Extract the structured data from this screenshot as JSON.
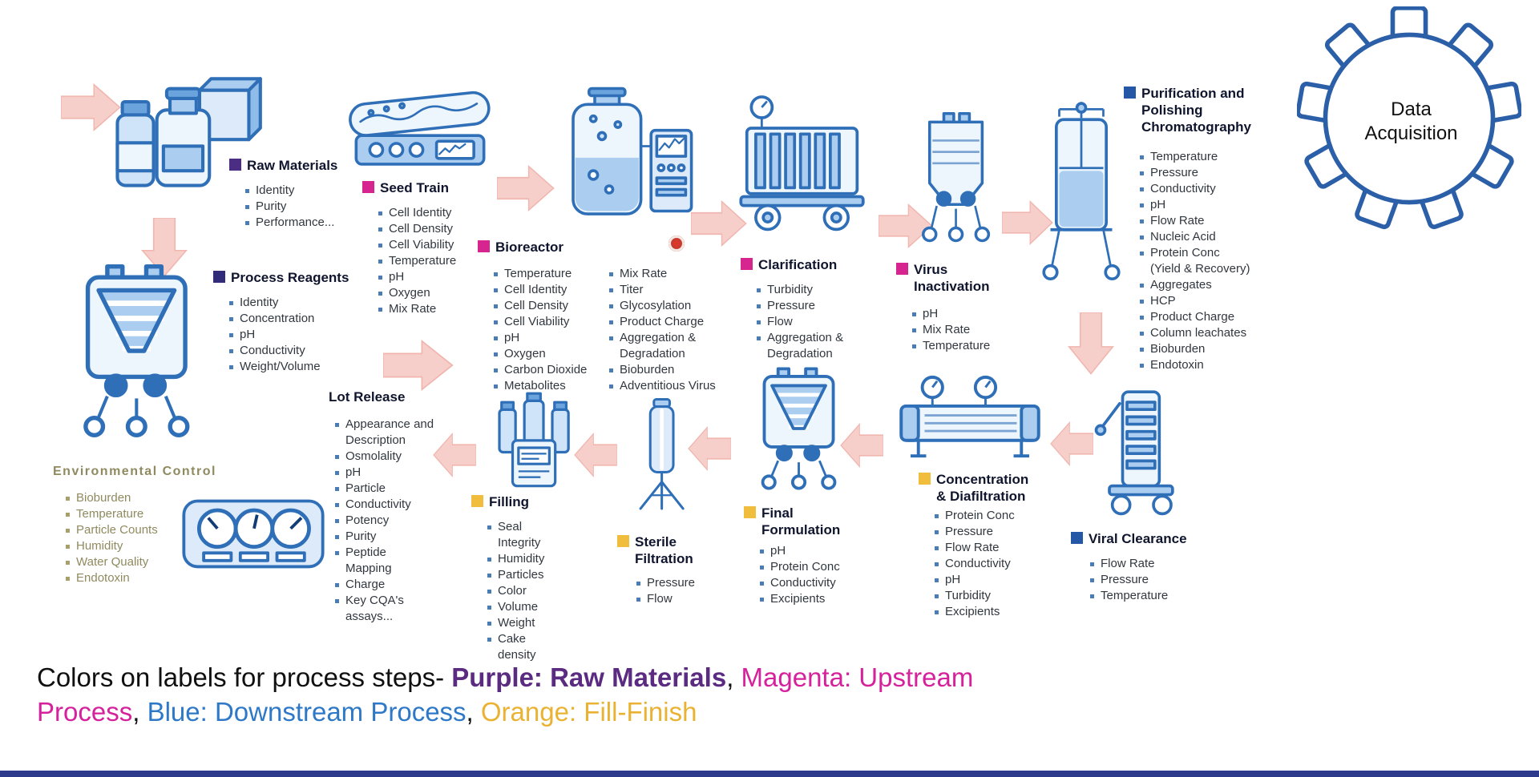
{
  "steps": {
    "raw_materials": {
      "name": "Raw Materials",
      "tag": "#4b2e83",
      "bullets": [
        "Identity",
        "Purity",
        "Performance..."
      ]
    },
    "process_reagents": {
      "name": "Process Reagents",
      "tag": "#312b78",
      "bullets": [
        "Identity",
        "Concentration",
        "pH",
        "Conductivity",
        "Weight/Volume"
      ]
    },
    "seed_train": {
      "name": "Seed Train",
      "tag": "#d6258f",
      "bullets": [
        "Cell Identity",
        "Cell Density",
        "Cell Viability",
        "Temperature",
        "pH",
        "Oxygen",
        "Mix Rate"
      ]
    },
    "bioreactor": {
      "name": "Bioreactor",
      "tag": "#d6258f",
      "bullets_left": [
        "Temperature",
        "Cell Identity",
        "Cell Density",
        "Cell Viability",
        "pH",
        "Oxygen",
        "Carbon Dioxide",
        "Metabolites"
      ],
      "bullets_right": [
        "Mix Rate",
        "Titer",
        "Glycosylation",
        "Product Charge",
        "Aggregation &\nDegradation",
        "Bioburden",
        "Adventitious Virus"
      ]
    },
    "clarification": {
      "name": "Clarification",
      "tag": "#d6258f",
      "bullets": [
        "Turbidity",
        "Pressure",
        "Flow",
        "Aggregation &\nDegradation"
      ]
    },
    "virus_inactivation": {
      "name": "Virus\nInactivation",
      "tag": "#d6258f",
      "bullets": [
        "pH",
        "Mix Rate",
        "Temperature"
      ]
    },
    "chromatography": {
      "name": "Purification and\nPolishing\nChromatography",
      "tag": "#2458a6",
      "bullets": [
        "Temperature",
        "Pressure",
        "Conductivity",
        "pH",
        "Flow Rate",
        "Nucleic Acid",
        "Protein Conc\n(Yield & Recovery)",
        "Aggregates",
        "HCP",
        "Product Charge",
        "Column leachates",
        "Bioburden",
        "Endotoxin"
      ]
    },
    "viral_clearance": {
      "name": "Viral Clearance",
      "tag": "#2458a6",
      "bullets": [
        "Flow Rate",
        "Pressure",
        "Temperature"
      ]
    },
    "concentration_diafiltration": {
      "name": "Concentration\n& Diafiltration",
      "tag": "#f0be3c",
      "bullets": [
        "Protein Conc",
        "Pressure",
        "Flow Rate",
        "Conductivity",
        "pH",
        "Turbidity",
        "Excipients"
      ]
    },
    "final_formulation": {
      "name": "Final\nFormulation",
      "tag": "#f0be3c",
      "bullets": [
        "pH",
        "Protein Conc",
        "Conductivity",
        "Excipients"
      ]
    },
    "sterile_filtration": {
      "name": "Sterile\nFiltration",
      "tag": "#f0be3c",
      "bullets": [
        "Pressure",
        "Flow"
      ]
    },
    "filling": {
      "name": "Filling",
      "tag": "#f0be3c",
      "bullets": [
        "Seal\nIntegrity",
        "Humidity",
        "Particles",
        "Color",
        "Volume",
        "Weight",
        "Cake\ndensity"
      ]
    },
    "lot_release": {
      "name": "Lot Release",
      "bullets": [
        "Appearance and\nDescription",
        "Osmolality",
        "pH",
        "Particle",
        "Conductivity",
        "Potency",
        "Purity",
        "Peptide\nMapping",
        "Charge",
        "Key CQA's\nassays..."
      ]
    },
    "environmental_control": {
      "name": "Environmental  Control",
      "bullets": [
        "Bioburden",
        "Temperature",
        "Particle Counts",
        "Humidity",
        "Water Quality",
        "Endotoxin"
      ]
    }
  },
  "data_acquisition": {
    "label": "Data\nAcquisition"
  },
  "caption": {
    "line1": [
      {
        "text": "Colors on labels for process steps- ",
        "color": "#101010",
        "bold": false
      },
      {
        "text": "Purple: Raw Materials",
        "color": "#5b2b82",
        "bold": true
      },
      {
        "text": ", ",
        "color": "#101010",
        "bold": false
      },
      {
        "text": "Magenta: Upstream",
        "color": "#d6219c",
        "bold": false
      }
    ],
    "line2": [
      {
        "text": "Process",
        "color": "#d6219c",
        "bold": false
      },
      {
        "text": ", ",
        "color": "#101010",
        "bold": false
      },
      {
        "text": "Blue: Downstream Process",
        "color": "#2e78c8",
        "bold": false
      },
      {
        "text": ", ",
        "color": "#101010",
        "bold": false
      },
      {
        "text": "Orange: Fill-Finish",
        "color": "#eab233",
        "bold": false
      }
    ]
  }
}
